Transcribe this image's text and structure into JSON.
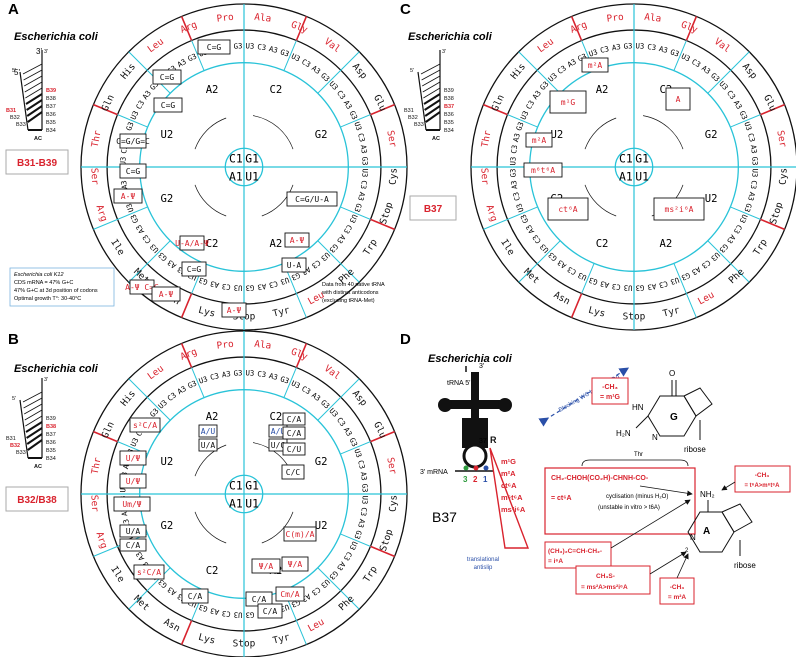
{
  "panels": {
    "A": {
      "letter": "A",
      "title": "Escherichia coli",
      "box_label": "B31-B39",
      "stem_labels": [
        "3'",
        "5'",
        "B39",
        "B38",
        "B37",
        "B36",
        "B35",
        "B34",
        "B31",
        "B32",
        "B33",
        "AC"
      ],
      "info": [
        "Escherichia coli  K12",
        "CDS mRNA = 47% G+C",
        "47% G+C at 3d position of codons",
        "Optimal growth T°: 30-40°C"
      ],
      "note": [
        "Data from 40 native tRNA",
        "with distinct anticodons",
        "(excluding tRNA-Met)"
      ]
    },
    "B": {
      "letter": "B",
      "title": "Escherichia coli",
      "box_label": "B32/B38",
      "stem_labels": [
        "3'",
        "5'",
        "B39",
        "B38",
        "B37",
        "B36",
        "B35",
        "B34",
        "B31",
        "B32",
        "B33",
        "AC"
      ]
    },
    "C": {
      "letter": "C",
      "title": "Escherichia coli",
      "box_label": "B37",
      "stem_labels": [
        "3'",
        "5'",
        "B39",
        "B38",
        "B37",
        "B36",
        "B35",
        "B34",
        "B31",
        "B32",
        "B33",
        "AC"
      ]
    },
    "D": {
      "letter": "D",
      "title": "Escherichia coli"
    }
  },
  "wheel": {
    "amino_acids": [
      "Ala",
      "Gly",
      "Val",
      "Asp",
      "Glu",
      "Ser",
      "Cys",
      "Stop",
      "Trp",
      "Phe",
      "Leu",
      "Tyr",
      "Stop",
      "Lys",
      "Asn",
      "Met",
      "Ile",
      "Arg",
      "Ser",
      "Thr",
      "Gln",
      "His",
      "Leu",
      "Arg",
      "Pro"
    ],
    "aa_red": [
      "Ala",
      "Gly",
      "Val",
      "Ser",
      "Thr",
      "Leu",
      "Arg",
      "Pro"
    ],
    "center": [
      "C1",
      "G1",
      "A1",
      "U1"
    ],
    "second": [
      "C2",
      "G2",
      "U2",
      "A2",
      "C2",
      "G2",
      "U2",
      "A2"
    ],
    "third": [
      "U3",
      "C3",
      "A3",
      "G3"
    ]
  },
  "boxes_A": [
    "C=G",
    "C=G",
    "C=G",
    "C=G/G=C",
    "C=G",
    "A-Ψ",
    "U-A/A-Ψ",
    "C=G/U-A",
    "C=G",
    "A-Ψ C=G",
    "A-Ψ",
    "A-Ψ",
    "U-A",
    "A-Ψ"
  ],
  "boxes_B": [
    "A/U",
    "U/A",
    "A/U",
    "U/C",
    "s²C/A",
    "C/A",
    "C/A",
    "U/Ψ",
    "C/U",
    "U/Ψ",
    "Um/Ψ",
    "C/C",
    "U/A",
    "C/A",
    "C(m)/A",
    "Ψ/A",
    "s²C/A",
    "C/A",
    "Cm/A",
    "C/A",
    "Ψ/A",
    "C/A"
  ],
  "boxes_C": [
    "m²A",
    "m¹G",
    "A",
    "m²A",
    "m⁶t⁶A",
    "ct⁶A",
    "ms²i⁶A"
  ],
  "panel_D": {
    "trna_label": "tRNA 5'",
    "three_prime": "3'",
    "mrna": "3' mRNA",
    "codon_numbers": [
      "3",
      "2",
      "1"
    ],
    "pos37": "37",
    "R": "R",
    "b37": "B37",
    "mods": [
      "m¹G",
      "m²A",
      "ct⁶A",
      "m⁶t⁶A",
      "ms²i⁶A"
    ],
    "antislip": [
      "translational",
      "antislip"
    ],
    "blocking": "Blocking WC base-pairing",
    "ch3_m1g": [
      "-CH₃",
      "= m¹G"
    ],
    "guanine": {
      "G": "G",
      "N": "N",
      "O": "O",
      "HN": "HN",
      "H2N": "H₂N",
      "ribose": "ribose"
    },
    "thr": "Thr",
    "thr_formula": "CH₂-CHOH(CO₂H)-CHNH-CO-",
    "ct6a": "= ct⁶A",
    "cyclisation": "cyclisation (minus H₂O)",
    "unstable": "(unstable in vitro > t6A)",
    "ch3_t6a": [
      "-CH₃",
      "= t⁶A>m⁶t⁶A"
    ],
    "i6a": [
      "(CH₃)₂C=CH-CH₂-",
      "= i⁶A"
    ],
    "ms2": [
      "CH₃S-",
      "= ms²A>ms²i⁶A"
    ],
    "m2a": [
      "-CH₃",
      "= m²A"
    ],
    "adenine": {
      "NH2": "NH₂",
      "A": "A",
      "N": "N",
      "2": "2",
      "ribose": "ribose"
    }
  },
  "colors": {
    "cyan": "#29c3d8",
    "red": "#d9232e",
    "blue": "#2a4fa8",
    "green": "#2c9a3c",
    "black": "#111111"
  }
}
